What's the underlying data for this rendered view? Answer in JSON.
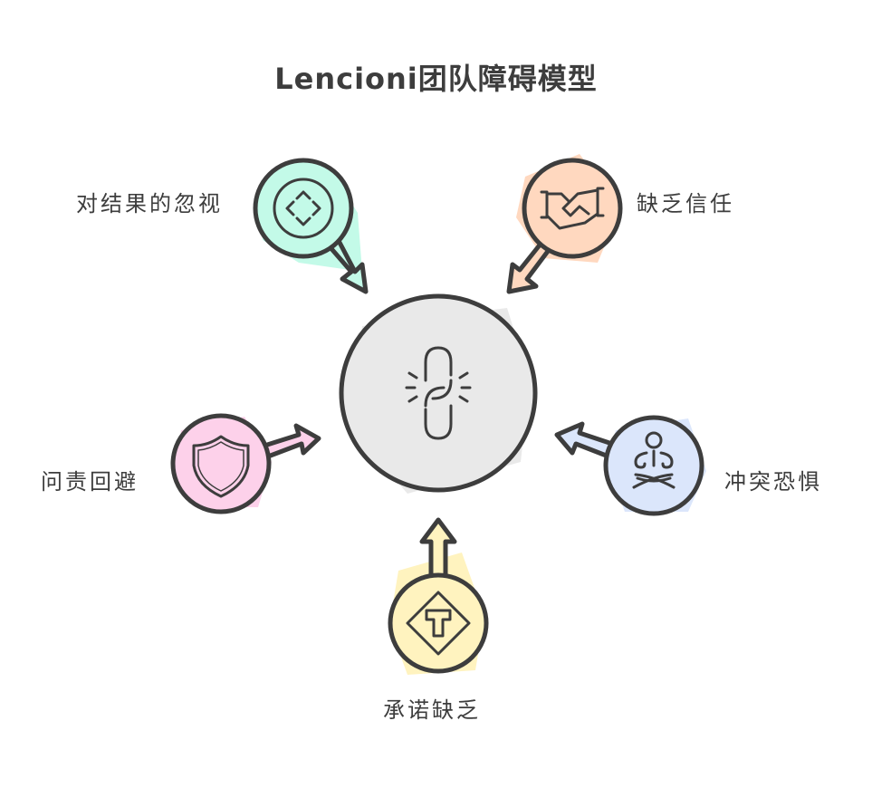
{
  "title": "Lencioni团队障碍模型",
  "center": {
    "icon": "broken-chain-icon",
    "fill": "#e9e9e9"
  },
  "nodes": [
    {
      "id": "inattention-to-results",
      "label": "对结果的忽视",
      "icon": "focus-target-icon",
      "fill": "#c3fae8",
      "position": "top-left"
    },
    {
      "id": "absence-of-trust",
      "label": "缺乏信任",
      "icon": "handshake-icon",
      "fill": "#ffd8bf",
      "position": "top-right"
    },
    {
      "id": "avoidance-of-accountability",
      "label": "问责回避",
      "icon": "shield-icon",
      "fill": "#fdd1ea",
      "position": "middle-left"
    },
    {
      "id": "fear-of-conflict",
      "label": "冲突恐惧",
      "icon": "meditation-icon",
      "fill": "#dbe6fb",
      "position": "middle-right"
    },
    {
      "id": "lack-of-commitment",
      "label": "承诺缺乏",
      "icon": "t-intersection-sign-icon",
      "fill": "#fff3bf",
      "position": "bottom"
    }
  ],
  "colors": {
    "stroke": "#3d3d3d",
    "background": "#ffffff"
  }
}
